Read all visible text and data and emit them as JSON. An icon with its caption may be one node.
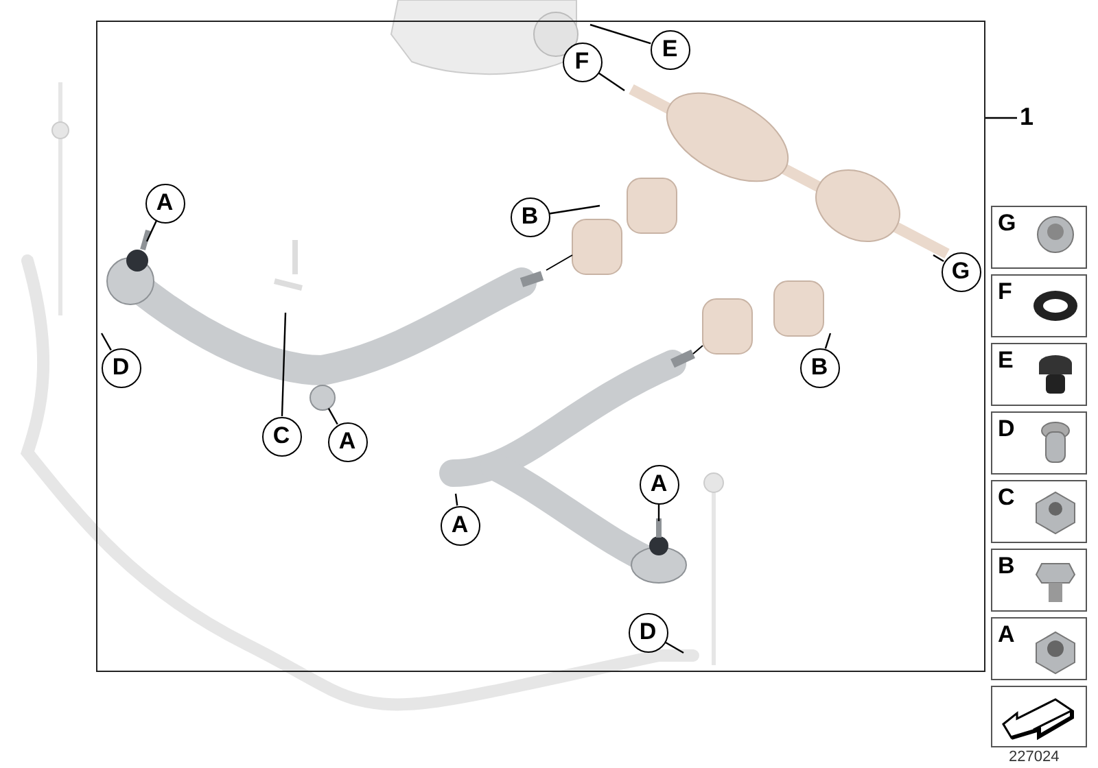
{
  "diagram": {
    "nodes": [
      {
        "text": [],
        "shape": "box"
      },
      {
        "text": [
          "1"
        ]
      },
      {
        "text": [
          "E"
        ],
        "in": 0
      },
      {
        "text": [
          "F"
        ],
        "in": 0
      },
      {
        "text": [
          "A"
        ],
        "in": 0
      },
      {
        "text": [
          "B"
        ],
        "in": 0
      },
      {
        "text": [
          "G"
        ],
        "in": 0
      },
      {
        "text": [
          "D"
        ],
        "in": 0
      },
      {
        "text": [
          "B"
        ],
        "in": 0
      },
      {
        "text": [
          "C"
        ],
        "in": 0
      },
      {
        "text": [
          "A"
        ],
        "in": 0
      },
      {
        "text": [
          "A"
        ],
        "in": 0
      },
      {
        "text": [
          "A"
        ],
        "in": 0
      },
      {
        "text": [
          "D"
        ],
        "in": 0
      },
      {
        "text": [],
        "shape": "circle",
        "in": 0
      }
    ],
    "edges": [
      {
        "from": 1,
        "to": 0,
        "arrow": "none"
      },
      {
        "from": 2,
        "to": null,
        "arrow": "none"
      },
      {
        "from": 3,
        "to": null,
        "arrow": "none"
      },
      {
        "from": 4,
        "to": null,
        "arrow": "none"
      },
      {
        "from": 5,
        "to": null,
        "arrow": "none"
      },
      {
        "from": 6,
        "to": null,
        "arrow": "none"
      },
      {
        "from": 7,
        "to": null,
        "arrow": "none"
      },
      {
        "from": 8,
        "to": null,
        "arrow": "none"
      },
      {
        "from": 9,
        "to": null,
        "arrow": "none"
      },
      {
        "from": 10,
        "to": 14,
        "arrow": "none"
      },
      {
        "from": 11,
        "to": null,
        "arrow": "none"
      },
      {
        "from": 12,
        "to": null,
        "arrow": "none"
      },
      {
        "from": 13,
        "to": null,
        "arrow": "none"
      }
    ],
    "labels": [
      "G",
      "F",
      "E",
      "D",
      "C",
      "B",
      "A",
      "227024"
    ]
  }
}
